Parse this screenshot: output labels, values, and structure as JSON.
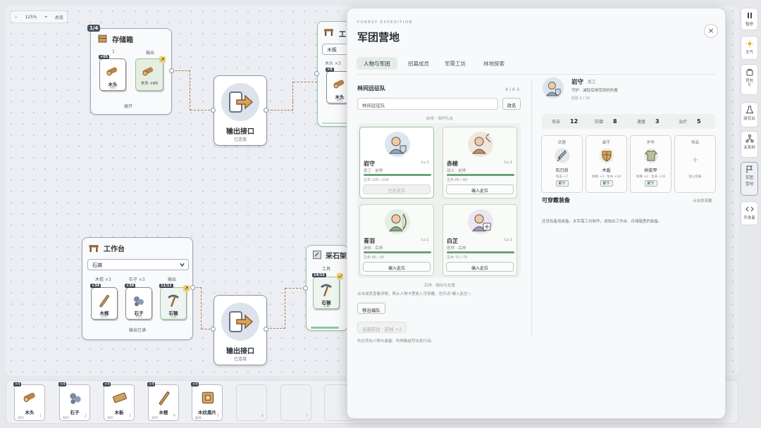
{
  "zoom": {
    "minus": "−",
    "value": "125%",
    "plus": "+",
    "fit": "总览"
  },
  "nodes": {
    "storage": {
      "badge": "1/4",
      "title": "存储箱",
      "left_count": "1",
      "out_label": "输出",
      "expand": "展开",
      "item1": {
        "cnt": "×65",
        "name": "木头",
        "sub": "材料"
      },
      "item2": {
        "name": "木头 ×65"
      }
    },
    "workbench_top": {
      "title": "工",
      "select": "木板",
      "hint": "木头 ×3",
      "item": {
        "cnt": "×6",
        "name": "木头",
        "sub": "材料"
      }
    },
    "output1": {
      "title": "输出接口",
      "status": "已连接"
    },
    "output2": {
      "title": "输出接口",
      "status": "已连接"
    },
    "workbench": {
      "title": "工作台",
      "select": "石镐",
      "col1": "木棍 ×3",
      "col2": "石子 ×3",
      "col3": "输出",
      "footer": "输出已满",
      "items": [
        {
          "cnt": "×34",
          "name": "木棍",
          "sub": "材料"
        },
        {
          "cnt": "×34",
          "name": "石子",
          "sub": "材料"
        },
        {
          "cnt": "11/11",
          "name": "石镐",
          "sub": "工具"
        }
      ]
    },
    "quarry": {
      "title": "采石架",
      "label": "工具",
      "badge": "14/15",
      "item_name": "石镐",
      "item_sub": "工具"
    }
  },
  "inventory": [
    {
      "cnt": "×4",
      "name": "木头",
      "sub": "材料",
      "num": "1"
    },
    {
      "cnt": "×4",
      "name": "石子",
      "sub": "材料",
      "num": "2"
    },
    {
      "cnt": "×4",
      "name": "木板",
      "sub": "材料",
      "num": "3"
    },
    {
      "cnt": "×4",
      "name": "木棍",
      "sub": "材料",
      "num": "4"
    },
    {
      "cnt": "×4",
      "name": "木纹盾片",
      "sub": "器具",
      "num": "5"
    },
    {
      "num": "6"
    },
    {
      "num": "7"
    }
  ],
  "rightbar": [
    {
      "label": "暂停",
      "icon": "pause-icon"
    },
    {
      "label": "天气",
      "icon": "sun-icon"
    },
    {
      "label": "背包",
      "sub": "5",
      "icon": "bag-icon"
    },
    {
      "label": "研究台",
      "icon": "flask-icon"
    },
    {
      "label": "关系树",
      "icon": "tree-icon"
    },
    {
      "label": "军团营地",
      "icon": "flag-icon"
    },
    {
      "label": "开发者",
      "icon": "code-icon"
    }
  ],
  "panel": {
    "eyebrow": "FOREST EXPEDITION",
    "title": "军团营地",
    "close": "×",
    "tabs": [
      "人物与军团",
      "招募成员",
      "军需工坊",
      "林地探索"
    ],
    "squad": {
      "title": "林间远征队",
      "count": "4 / 4 人",
      "input": "林间远征队",
      "rename": "改名",
      "front_label": "前排 · 保护队友",
      "back_label": "后排 · 输出与支援",
      "note": "点击成员查看详情，再从人物卡里放入可穿戴。也可点\"编入此位\"。",
      "remove": "移出编队",
      "deploy": "派遣前往  · 前线 +2",
      "footnote": "先在背包人物与装备，吹响集结号出发行动。"
    },
    "heroes": [
      {
        "name": "岩守",
        "lv": "Lv.1",
        "role": "盾卫 · 前排",
        "hp_text": "生命 108 / 108",
        "hp": 1.0,
        "button": "已在此位"
      },
      {
        "name": "赤棱",
        "lv": "Lv.1",
        "role": "战士 · 前排",
        "hp_text": "生命 80 / 80",
        "hp": 1.0,
        "button": "编入此位"
      },
      {
        "name": "青羽",
        "lv": "Lv.1",
        "role": "游侠 · 后排",
        "hp_text": "生命 66 / 66",
        "hp": 1.0,
        "button": "编入此位"
      },
      {
        "name": "白芷",
        "lv": "Lv.1",
        "role": "医师 · 后排",
        "hp_text": "生命 70 / 70",
        "hp": 1.0,
        "button": "编入此位"
      }
    ],
    "detail": {
      "name": "岩守",
      "tag": "盾卫",
      "desc": "守护 · 减轻后排受到的伤害",
      "xp": "经验 0 / 30",
      "stats": [
        {
          "k": "攻击",
          "v": "12"
        },
        {
          "k": "防御",
          "v": "8"
        },
        {
          "k": "速度",
          "v": "3"
        },
        {
          "k": "治疗",
          "v": "5"
        }
      ],
      "equip": [
        {
          "type": "武器",
          "name": "石刃剑",
          "stat": "攻击 +7",
          "btn": "卸下"
        },
        {
          "type": "副手",
          "name": "木盾",
          "stat": "防御 +3 · 生命 +10",
          "btn": "卸下"
        },
        {
          "type": "护甲",
          "name": "树皮甲",
          "stat": "防御 +2 · 生命 +16",
          "btn": "卸下"
        },
        {
          "type": "饰品",
          "name": "+",
          "stat": "放入装备",
          "btn": ""
        }
      ],
      "wear_title": "可穿戴装备",
      "wear_link": "点击即穿戴",
      "wear_empty": "还没有备用装备。去军需工坊制作，或拖出工作台、存储箱里的装备。"
    }
  },
  "colors": {
    "accent": "#6aa27c",
    "wire": "#b07a45",
    "badge": "#4a5462"
  }
}
